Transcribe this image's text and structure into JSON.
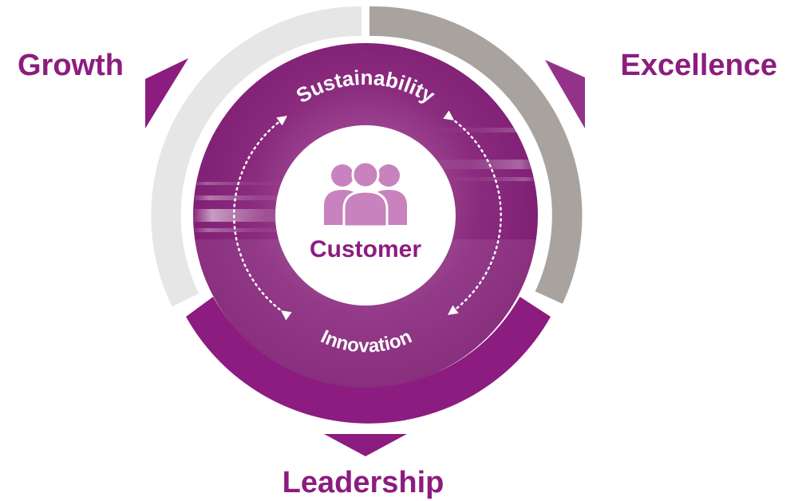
{
  "pillars": {
    "growth": "Growth",
    "excellence": "Excellence",
    "leadership": "Leadership"
  },
  "cycle": {
    "top": "Sustainability",
    "bottom": "Innovation"
  },
  "center": {
    "label": "Customer",
    "icon": "customers-group-icon"
  },
  "colors": {
    "purple": "#8c1c7f",
    "purple_dark": "#7a0f6e",
    "light_gray": "#e6e6e6",
    "mid_gray": "#a8a39f",
    "icon_fill": "#c882bd"
  }
}
